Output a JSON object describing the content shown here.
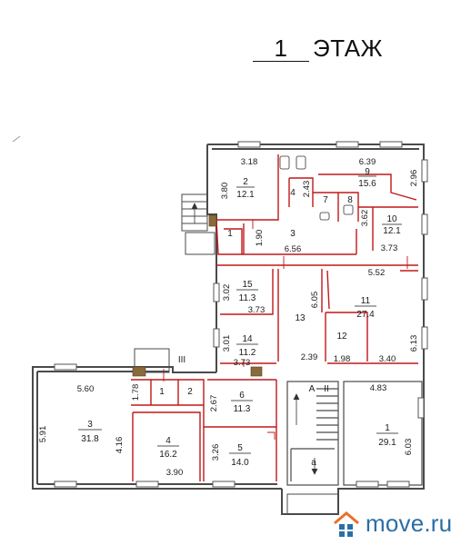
{
  "title": {
    "number": "1",
    "label": "ЭТАЖ"
  },
  "watermark": {
    "text": "move.ru"
  },
  "colors": {
    "wall": "#4a4a4a",
    "partition": "#c01818",
    "text": "#1a1a1a",
    "window": "#555555",
    "brand": "#2a6fa5",
    "house_orange": "#e8712a"
  },
  "icons": [
    "house-logo-icon",
    "stair-icon",
    "door-icon",
    "window-icon",
    "toilet-icon",
    "sink-icon"
  ],
  "staircase_labels": {
    "left": "III",
    "right": "II",
    "a_upper": "А",
    "a_lower": "а"
  },
  "rooms": [
    {
      "id": "room-1-upper",
      "number": "1",
      "area": ""
    },
    {
      "id": "room-2-upper",
      "number": "2",
      "area": "12.1"
    },
    {
      "id": "room-3-upper",
      "number": "3",
      "area": ""
    },
    {
      "id": "room-4-upper",
      "number": "4",
      "area": ""
    },
    {
      "id": "room-7",
      "number": "7",
      "area": ""
    },
    {
      "id": "room-8",
      "number": "8",
      "area": ""
    },
    {
      "id": "room-9",
      "number": "9",
      "area": "15.6"
    },
    {
      "id": "room-10",
      "number": "10",
      "area": "12.1"
    },
    {
      "id": "room-11",
      "number": "11",
      "area": "27.4"
    },
    {
      "id": "room-12",
      "number": "12",
      "area": ""
    },
    {
      "id": "room-13",
      "number": "13",
      "area": ""
    },
    {
      "id": "room-14",
      "number": "14",
      "area": "11.2"
    },
    {
      "id": "room-15",
      "number": "15",
      "area": "11.3"
    },
    {
      "id": "room-1-lower-a",
      "number": "1",
      "area": ""
    },
    {
      "id": "room-2-lower",
      "number": "2",
      "area": ""
    },
    {
      "id": "room-3-lower",
      "number": "3",
      "area": "31.8"
    },
    {
      "id": "room-4-lower",
      "number": "4",
      "area": "16.2"
    },
    {
      "id": "room-5-lower",
      "number": "5",
      "area": "14.0"
    },
    {
      "id": "room-6-lower",
      "number": "6",
      "area": "11.3"
    },
    {
      "id": "room-1-right",
      "number": "1",
      "area": "29.1"
    }
  ],
  "dimensions": [
    "3.18",
    "6.39",
    "3.80",
    "2.43",
    "2.96",
    "3.62",
    "1.90",
    "6.56",
    "3.73",
    "5.52",
    "3.02",
    "3.73",
    "6.05",
    "3.01",
    "1.98",
    "3.40",
    "6.13",
    "3.73",
    "2.39",
    "4.83",
    "5.60",
    "1.78",
    "2.67",
    "5.91",
    "4.16",
    "3.26",
    "3.90",
    "6.03"
  ]
}
